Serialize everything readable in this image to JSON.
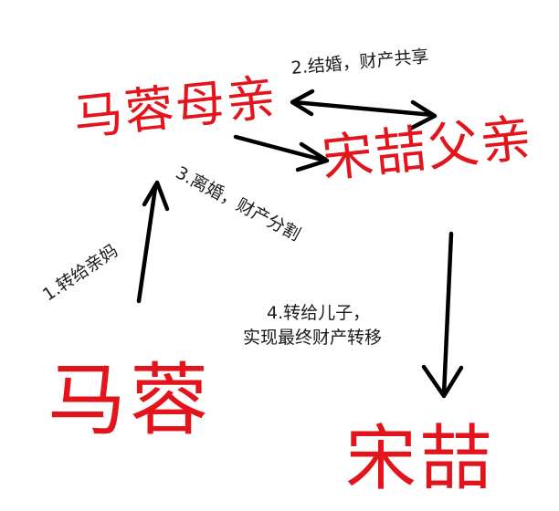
{
  "nodes": {
    "marong_mother": "马蓉母亲",
    "songzhe_father": "宋喆父亲",
    "marong": "马蓉",
    "songzhe": "宋喆"
  },
  "steps": {
    "step1": "1.转给亲妈",
    "step2": "2.结婚，财产共享",
    "step3": "3.离婚，财产分割",
    "step4_line1": "4.转给儿子，",
    "step4_line2": "实现最终财产转移"
  },
  "colors": {
    "node_text": "#e3141c",
    "label_text": "#1b1b1b",
    "arrow": "#000000",
    "background": "#ffffff"
  }
}
